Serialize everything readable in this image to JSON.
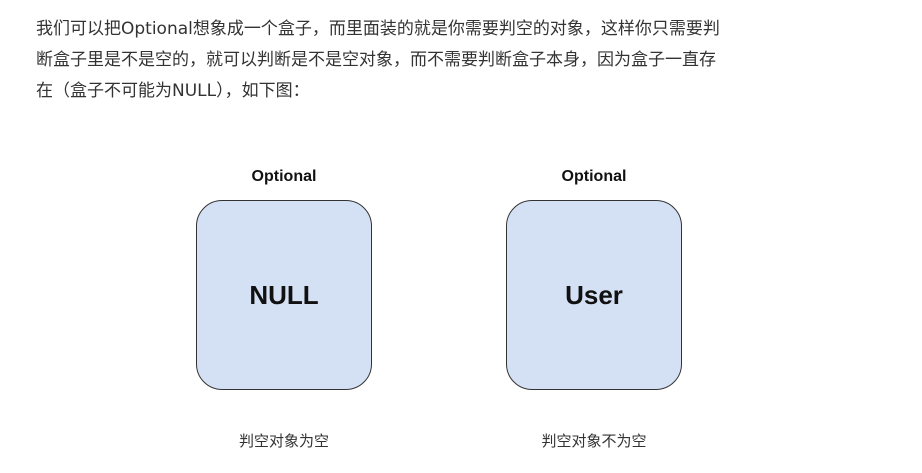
{
  "intro": {
    "line1": "我们可以把Optional想象成一个盒子，而里面装的就是你需要判空的对象，这样你只需要判",
    "line2": "断盒子里是不是空的，就可以判断是不是空对象，而不需要判断盒子本身，因为盒子一直存",
    "line3": "在（盒子不可能为NULL），如下图："
  },
  "diagram": {
    "left": {
      "title": "Optional",
      "content": "NULL",
      "caption": "判空对象为空"
    },
    "right": {
      "title": "Optional",
      "content": "User",
      "caption": "判空对象不为空"
    },
    "colors": {
      "box_fill": "#d4e1f4",
      "box_stroke": "#333333"
    }
  }
}
